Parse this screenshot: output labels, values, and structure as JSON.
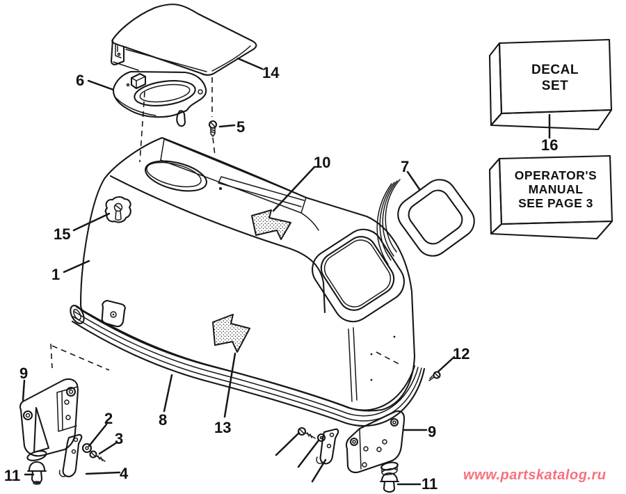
{
  "figure": {
    "background_color": "#ffffff",
    "line_color": "#161616"
  },
  "callouts": {
    "1": "1",
    "2": "2",
    "3": "3",
    "4": "4",
    "5": "5",
    "6": "6",
    "7": "7",
    "8": "8",
    "9": "9",
    "10": "10",
    "11": "11",
    "12": "12",
    "13": "13",
    "14": "14",
    "15": "15",
    "16": "16"
  },
  "boxes": {
    "decal_set": {
      "line1": "DECAL",
      "line2": "SET"
    },
    "operators_manual": {
      "line1": "OPERATOR'S",
      "line2": "MANUAL",
      "line3": "SEE PAGE 3"
    }
  },
  "watermark": {
    "text": "www.partskatalog.ru",
    "color": "#f8707c"
  }
}
